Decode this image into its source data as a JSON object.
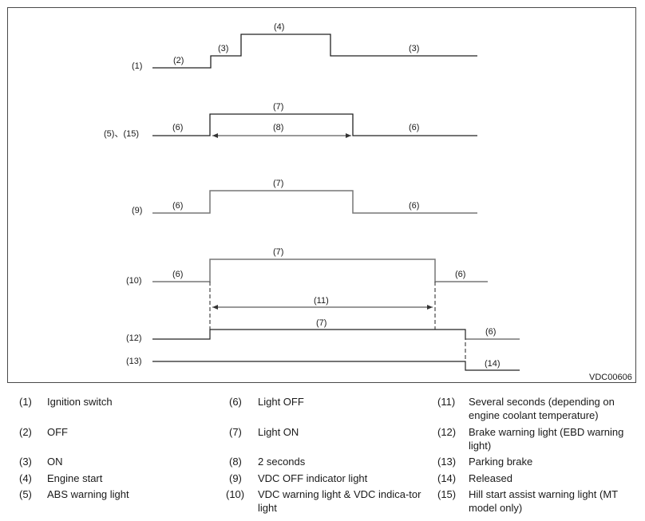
{
  "diagram": {
    "code": "VDC00606",
    "row_labels": {
      "r1": "(1)",
      "r5_15": "(5)、(15)",
      "r9": "(9)",
      "r10": "(10)",
      "r12": "(12)",
      "r13": "(13)"
    },
    "segment_labels": {
      "r1_off": "(2)",
      "r1_on_a": "(3)",
      "r1_start": "(4)",
      "r1_on_b": "(3)",
      "r5_off_a": "(6)",
      "r5_on": "(7)",
      "r5_duration": "(8)",
      "r5_off_b": "(6)",
      "r9_off_a": "(6)",
      "r9_on": "(7)",
      "r9_off_b": "(6)",
      "r10_off_a": "(6)",
      "r10_on": "(7)",
      "r10_off_b": "(6)",
      "r11_duration": "(11)",
      "r12_on": "(7)",
      "r12_off": "(6)",
      "r13_released": "(14)"
    }
  },
  "legend": [
    {
      "num": "(1)",
      "text": "Ignition switch"
    },
    {
      "num": "(2)",
      "text": "OFF"
    },
    {
      "num": "(3)",
      "text": "ON"
    },
    {
      "num": "(4)",
      "text": "Engine start"
    },
    {
      "num": "(5)",
      "text": "ABS warning light"
    },
    {
      "num": "(6)",
      "text": "Light OFF"
    },
    {
      "num": "(7)",
      "text": "Light ON"
    },
    {
      "num": "(8)",
      "text": "2 seconds"
    },
    {
      "num": "(9)",
      "text": "VDC OFF indicator light"
    },
    {
      "num": "(10)",
      "text": "VDC warning light & VDC indica-tor light"
    },
    {
      "num": "(11)",
      "text": "Several seconds (depending on engine coolant temperature)"
    },
    {
      "num": "(12)",
      "text": "Brake warning light (EBD warning light)"
    },
    {
      "num": "(13)",
      "text": "Parking brake"
    },
    {
      "num": "(14)",
      "text": "Released"
    },
    {
      "num": "(15)",
      "text": "Hill start assist warning light (MT model only)"
    }
  ]
}
